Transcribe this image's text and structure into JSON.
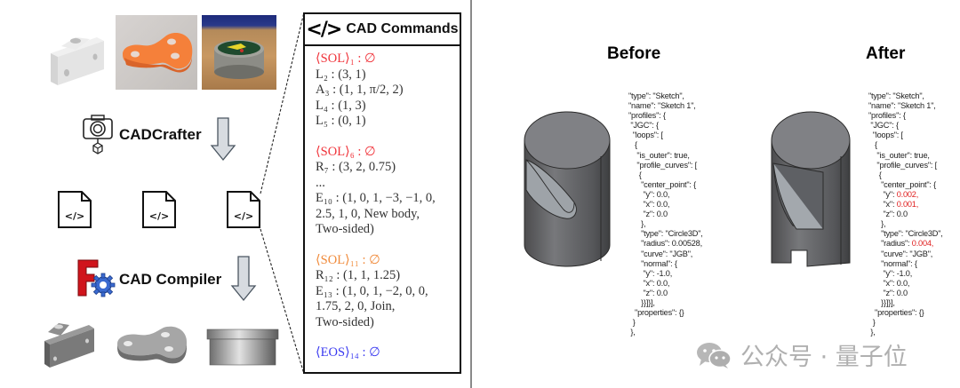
{
  "left_panel": {
    "inputs": [
      {
        "name": "bracket-render",
        "kind": "rendered 3D part"
      },
      {
        "name": "orange-part-photo",
        "kind": "photo"
      },
      {
        "name": "metal-tin-photo",
        "kind": "photo"
      }
    ],
    "step1": {
      "label": "CADCrafter",
      "icon": "camera-cube-icon"
    },
    "code_files": [
      "code-file-icon",
      "code-file-icon",
      "code-file-icon"
    ],
    "step2": {
      "label": "CAD Compiler",
      "icon": "freecad-gear-icon"
    },
    "outputs": [
      "bracket-model",
      "flat-plate-model",
      "cylindrical-cap-model"
    ]
  },
  "commands_box": {
    "header_icon": "</>",
    "title": "CAD Commands",
    "lines": {
      "sol1": "⟨SOL⟩₁ : ∅",
      "l2": "L₂ : (3, 1)",
      "a3": "A₃ : (1, 1, π/2, 2)",
      "l4": "L₄ : (1, 3)",
      "l5": "L₅ : (0, 1)",
      "sol6": "⟨SOL⟩₆ : ∅",
      "r7": "R₇ : (3, 2, 0.75)",
      "ellipsis": "...",
      "e10_a": "E₁₀ : (1, 0, 1, −3, −1, 0,",
      "e10_b": "2.5, 1, 0, New body,",
      "e10_c": "Two-sided)",
      "sol11": "⟨SOL⟩₁₁ : ∅",
      "r12": "R₁₂ : (1, 1, 1.25)",
      "e13_a": "E₁₃ : (1, 0, 1, −2, 0, 0,",
      "e13_b": "1.75, 2, 0, Join,",
      "e13_c": "Two-sided)",
      "eos14": "⟨EOS⟩₁₄ : ∅"
    },
    "colors": {
      "sol1": "#f0333a",
      "sol6": "#f0333a",
      "sol11": "#f08a3a",
      "eos14": "#3a3af0"
    }
  },
  "right_panel": {
    "before": {
      "title": "Before",
      "json_pre": "\"type\": \"Sketch\",\n\"name\": \"Sketch 1\",\n\"profiles\": {\n \"JGC\": {\n  \"loops\": [\n   {\n    \"is_outer\": true,\n    \"profile_curves\": [\n     {\n      \"center_point\": {\n       \"y\": 0.0,\n       \"x\": 0.0,\n       \"z\": 0.0\n      },\n      \"type\": \"Circle3D\",\n      \"radius\": 0.00528,\n      \"curve\": \"JGB\",\n      \"normal\": {\n       \"y\": -1.0,\n       \"x\": 0.0,\n       \"z\": 0.0\n      }}]}],\n   \"properties\": {}\n  }\n },"
    },
    "after": {
      "title": "After",
      "center_y": "0.002,",
      "center_x": "0.001,",
      "radius": "0.004,",
      "highlight_color": "#e02020"
    },
    "watermark": {
      "icon": "wechat-icon",
      "text": "公众号 · 量子位"
    }
  }
}
